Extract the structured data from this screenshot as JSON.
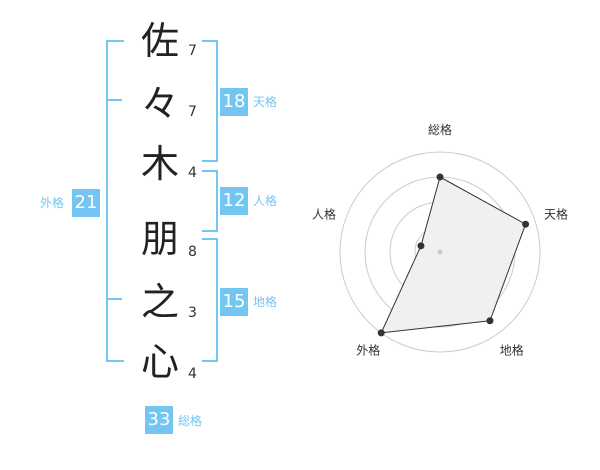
{
  "name": {
    "chars": [
      {
        "char": "佐",
        "strokes": "7"
      },
      {
        "char": "々",
        "strokes": "7"
      },
      {
        "char": "木",
        "strokes": "4"
      },
      {
        "char": "朋",
        "strokes": "8"
      },
      {
        "char": "之",
        "strokes": "3"
      },
      {
        "char": "心",
        "strokes": "4"
      }
    ]
  },
  "kaku": {
    "tenkaku": {
      "label": "天格",
      "value": "18"
    },
    "jinkaku": {
      "label": "人格",
      "value": "12"
    },
    "chikaku": {
      "label": "地格",
      "value": "15"
    },
    "gaikaku": {
      "label": "外格",
      "value": "21"
    },
    "soukaku": {
      "label": "総格",
      "value": "33"
    }
  },
  "radar": {
    "axes": [
      "総格",
      "天格",
      "地格",
      "外格",
      "人格"
    ],
    "levels": 4,
    "values": [
      0.75,
      0.9,
      0.85,
      1.0,
      0.2
    ]
  },
  "colors": {
    "accent": "#74c6f2",
    "text": "#333333",
    "radar_fill": "#f0f0f0"
  }
}
